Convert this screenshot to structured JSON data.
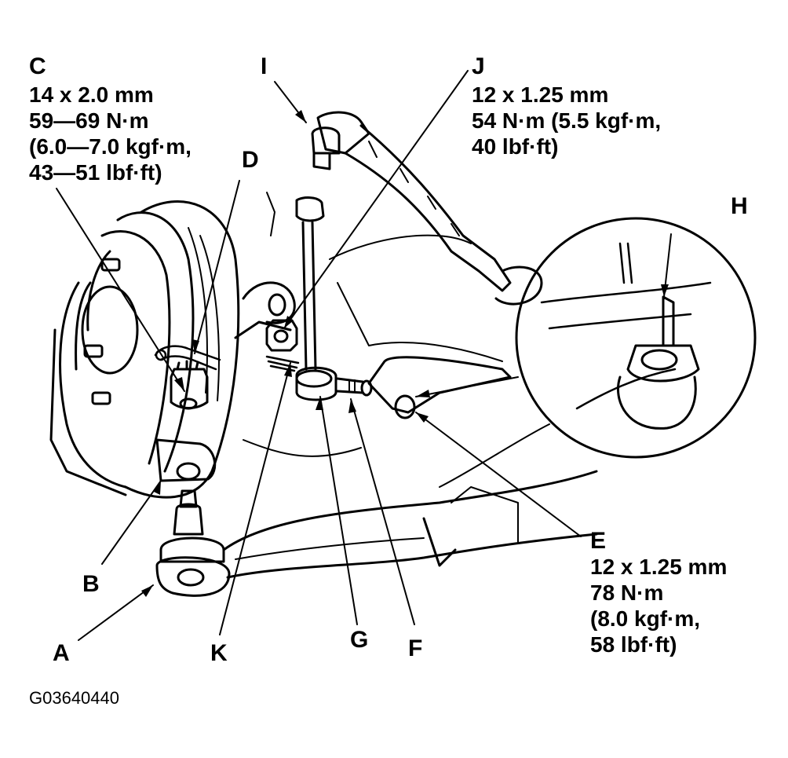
{
  "callouts": {
    "A": {
      "letter": "A"
    },
    "B": {
      "letter": "B"
    },
    "C": {
      "letter": "C",
      "spec": [
        "14 x 2.0 mm",
        "59—69 N·m",
        "(6.0—7.0 kgf·m,",
        "43—51 lbf·ft)"
      ]
    },
    "D": {
      "letter": "D"
    },
    "E": {
      "letter": "E",
      "spec": [
        "12 x 1.25 mm",
        "78 N·m",
        "(8.0 kgf·m,",
        "58 lbf·ft)"
      ]
    },
    "F": {
      "letter": "F"
    },
    "G": {
      "letter": "G"
    },
    "H": {
      "letter": "H"
    },
    "I": {
      "letter": "I"
    },
    "J": {
      "letter": "J",
      "spec": [
        "12 x 1.25 mm",
        "54 N·m (5.5 kgf·m,",
        "40 lbf·ft)"
      ]
    },
    "K": {
      "letter": "K"
    }
  },
  "figure_code": "G03640440"
}
